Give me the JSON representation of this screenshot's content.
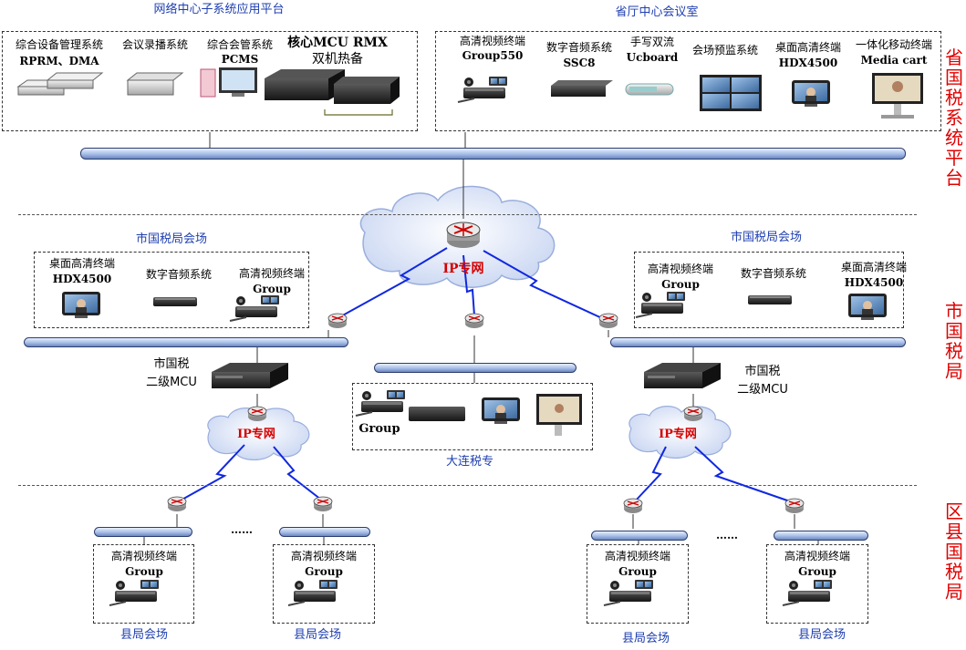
{
  "zones": {
    "province": "省国税系统平台",
    "city": "市国税局",
    "county": "区县国税局"
  },
  "top": {
    "network_center_title": "网络中心子系统应用平台",
    "province_hall_title": "省厅中心会议室",
    "network_center_items": [
      {
        "line1": "综合设备管理系统",
        "line2": "RPRM、DMA"
      },
      {
        "line1": "会议录播系统",
        "line2": ""
      },
      {
        "line1": "综合会管系统",
        "line2": "PCMS"
      },
      {
        "line1": "核心MCU RMX",
        "line2": "双机热备"
      }
    ],
    "province_hall_items": [
      {
        "line1": "高清视频终端",
        "line2": "Group550"
      },
      {
        "line1": "数字音频系统",
        "line2": "SSC8"
      },
      {
        "line1": "手写双流",
        "line2": "Ucboard"
      },
      {
        "line1": "会场预监系统",
        "line2": ""
      },
      {
        "line1": "桌面高清终端",
        "line2": "HDX4500"
      },
      {
        "line1": "一体化移动终端",
        "line2": "Media cart"
      }
    ]
  },
  "middle": {
    "cloud_label": "IP专网",
    "left_venue_title": "市国税局会场",
    "right_venue_title": "市国税局会场",
    "left_items": [
      {
        "line1": "桌面高清终端",
        "line2": "HDX4500"
      },
      {
        "line1": "数字音频系统",
        "line2": ""
      },
      {
        "line1": "高清视频终端",
        "line2": "Group"
      }
    ],
    "right_items": [
      {
        "line1": "高清视频终端",
        "line2": "Group"
      },
      {
        "line1": "数字音频系统",
        "line2": ""
      },
      {
        "line1": "桌面高清终端",
        "line2": "HDX4500"
      }
    ],
    "left_mcu": {
      "line1": "市国税",
      "line2": "二级MCU"
    },
    "right_mcu": {
      "line1": "市国税",
      "line2": "二级MCU"
    },
    "dalian_group": "Group",
    "dalian_label": "大连税专"
  },
  "bottom": {
    "left_cloud_label": "IP专网",
    "right_cloud_label": "IP专网",
    "ellipsis": "……",
    "terminal_line1": "高清视频终端",
    "terminal_line2": "Group",
    "county_venues": [
      "县局会场",
      "县局会场",
      "县局会场",
      "县局会场"
    ]
  }
}
